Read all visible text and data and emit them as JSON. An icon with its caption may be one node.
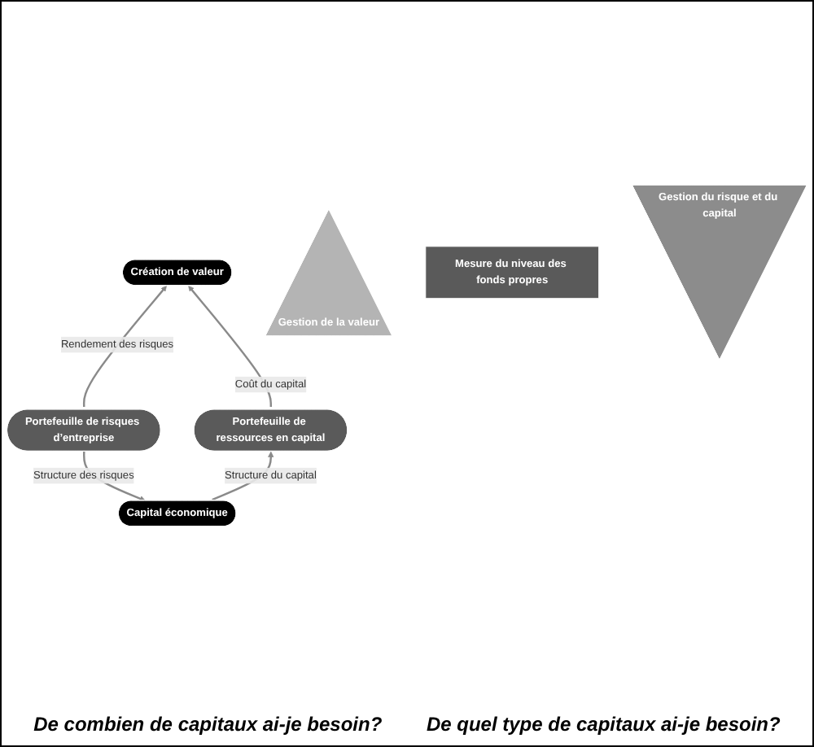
{
  "diagram": {
    "nodes": [
      {
        "text": [
          "Création de valeur"
        ]
      },
      {
        "text": [
          "Portefeuille de risques d’entreprise"
        ]
      },
      {
        "text": [
          "Portefeuille de ressources en capital"
        ]
      },
      {
        "text": [
          "Capital économique"
        ]
      },
      {
        "text": [
          "Gestion de la valeur"
        ]
      },
      {
        "text": [
          "Mesure du niveau des fonds propres"
        ]
      },
      {
        "text": [
          "Gestion du risque et du capital"
        ]
      }
    ],
    "edges": [
      {
        "from": 1,
        "to": 0,
        "arrow": "to",
        "label": "Rendement des risques"
      },
      {
        "from": 2,
        "to": 0,
        "arrow": "to",
        "label": "Coût du capital"
      },
      {
        "from": 1,
        "to": 3,
        "arrow": "to",
        "label": "Structure des risques"
      },
      {
        "from": 3,
        "to": 2,
        "arrow": "to",
        "label": "Structure du capital"
      }
    ],
    "labels": [
      "De combien de capitaux ai-je besoin?",
      "De quel type de capitaux ai-je besoin?"
    ]
  }
}
